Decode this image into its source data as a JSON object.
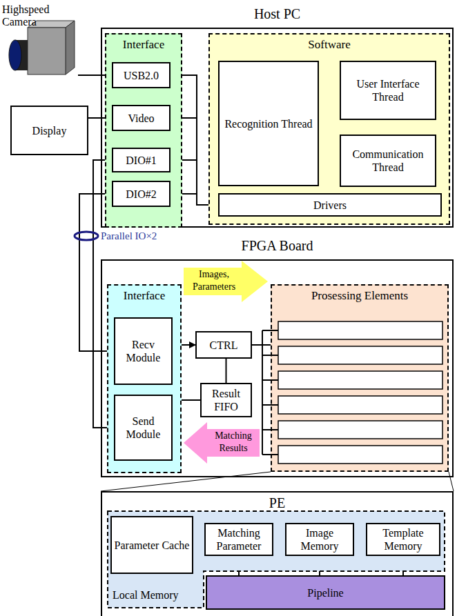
{
  "diagram": {
    "nodes": [
      {
        "text": [
          "Highspeed Camera"
        ]
      },
      {
        "text": [
          "Host PC"
        ]
      },
      {
        "text": [
          "Interface"
        ],
        "in": 1
      },
      {
        "text": [
          "USB2.0"
        ],
        "in": 2
      },
      {
        "text": [
          "Video"
        ],
        "in": 2
      },
      {
        "text": [
          "DIO#1"
        ],
        "in": 2
      },
      {
        "text": [
          "DIO#2"
        ],
        "in": 2
      },
      {
        "text": [
          "Software"
        ],
        "in": 1
      },
      {
        "text": [
          "Recognition Thread"
        ],
        "in": 7
      },
      {
        "text": [
          "User Interface Thread"
        ],
        "in": 7
      },
      {
        "text": [
          "Communication Thread"
        ],
        "in": 7
      },
      {
        "text": [
          "Drivers"
        ],
        "in": 7
      },
      {
        "text": [
          "Display"
        ]
      },
      {
        "text": [
          "FPGA Board"
        ]
      },
      {
        "text": [
          "Interface"
        ],
        "in": 13
      },
      {
        "text": [
          "Recv Module"
        ],
        "in": 14
      },
      {
        "text": [
          "Send Module"
        ],
        "in": 14
      },
      {
        "text": [
          "CTRL"
        ],
        "in": 13
      },
      {
        "text": [
          "Result FIFO"
        ],
        "in": 13
      },
      {
        "text": [
          "Prosessing Elements"
        ],
        "in": 13
      },
      {
        "text": [
          "PE"
        ]
      },
      {
        "text": [
          "Local Memory"
        ],
        "in": 20
      },
      {
        "text": [
          "Parameter Cache"
        ],
        "in": 21
      },
      {
        "text": [
          "Matching Parameter"
        ],
        "in": 21
      },
      {
        "text": [
          "Image Memory"
        ],
        "in": 21
      },
      {
        "text": [
          "Template Memory"
        ],
        "in": 21
      },
      {
        "text": [
          "Pipeline"
        ],
        "in": 20
      }
    ],
    "edges": [
      {
        "from": 0,
        "to": 3,
        "arrow": "none"
      },
      {
        "from": 12,
        "to": 4,
        "arrow": "none"
      },
      {
        "from": 3,
        "to": 11,
        "arrow": "none"
      },
      {
        "from": 4,
        "to": 11,
        "arrow": "none"
      },
      {
        "from": 5,
        "to": 11,
        "arrow": "none"
      },
      {
        "from": 6,
        "to": 11,
        "arrow": "none"
      },
      {
        "from": 8,
        "to": 9,
        "arrow": "both"
      },
      {
        "from": 8,
        "to": 10,
        "arrow": "both"
      },
      {
        "from": 5,
        "to": 16,
        "arrow": "none"
      },
      {
        "from": 6,
        "to": 15,
        "arrow": "none"
      },
      {
        "from": 15,
        "to": 17,
        "arrow": "to"
      },
      {
        "from": 17,
        "to": 18,
        "arrow": "none"
      },
      {
        "from": 17,
        "to": 19,
        "arrow": "none"
      },
      {
        "from": 18,
        "to": 16,
        "arrow": "to"
      },
      {
        "from": 22,
        "to": 23,
        "arrow": "to"
      },
      {
        "from": 23,
        "to": 26,
        "arrow": "none"
      },
      {
        "from": 24,
        "to": 26,
        "arrow": "none"
      },
      {
        "from": 25,
        "to": 26,
        "arrow": "none"
      }
    ],
    "labels": [
      "Parallel IO×2",
      "Images, Parameters",
      "Matching Results"
    ]
  }
}
